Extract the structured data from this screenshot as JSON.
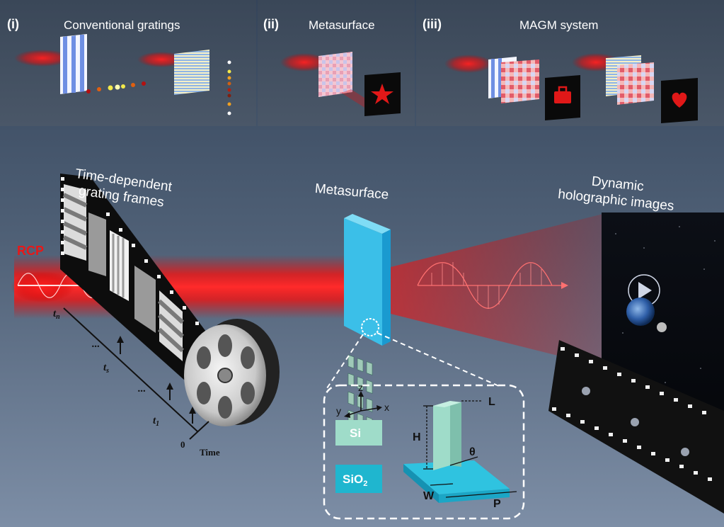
{
  "panels": {
    "i": {
      "num": "(i)",
      "title": "Conventional gratings"
    },
    "ii": {
      "num": "(ii)",
      "title": "Metasurface"
    },
    "iii": {
      "num": "(iii)",
      "title": "MAGM system"
    }
  },
  "main": {
    "film_title_line1": "Time-dependent",
    "film_title_line2": "grating frames",
    "metasurface_title": "Metasurface",
    "holo_title_line1": "Dynamic",
    "holo_title_line2": "holographic images",
    "rcp_label": "RCP",
    "time_axis": {
      "t_n": "t",
      "t_n_sub": "n",
      "t_s": "t",
      "t_s_sub": "s",
      "t_1": "t",
      "t_1_sub": "1",
      "zero": "0",
      "label": "Time",
      "ellipsis": "..."
    }
  },
  "inset": {
    "axis_z": "z",
    "axis_y": "y",
    "axis_x": "x",
    "legend_si": "Si",
    "legend_sio2_main": "SiO",
    "legend_sio2_sub": "2",
    "dim_L": "L",
    "dim_H": "H",
    "dim_theta": "θ",
    "dim_W": "W",
    "dim_P": "P"
  },
  "colors": {
    "beam": "#e8171b",
    "si": "#9fdcc9",
    "sio2": "#1fb6cf",
    "grating_blue": "#6f8fe3"
  }
}
